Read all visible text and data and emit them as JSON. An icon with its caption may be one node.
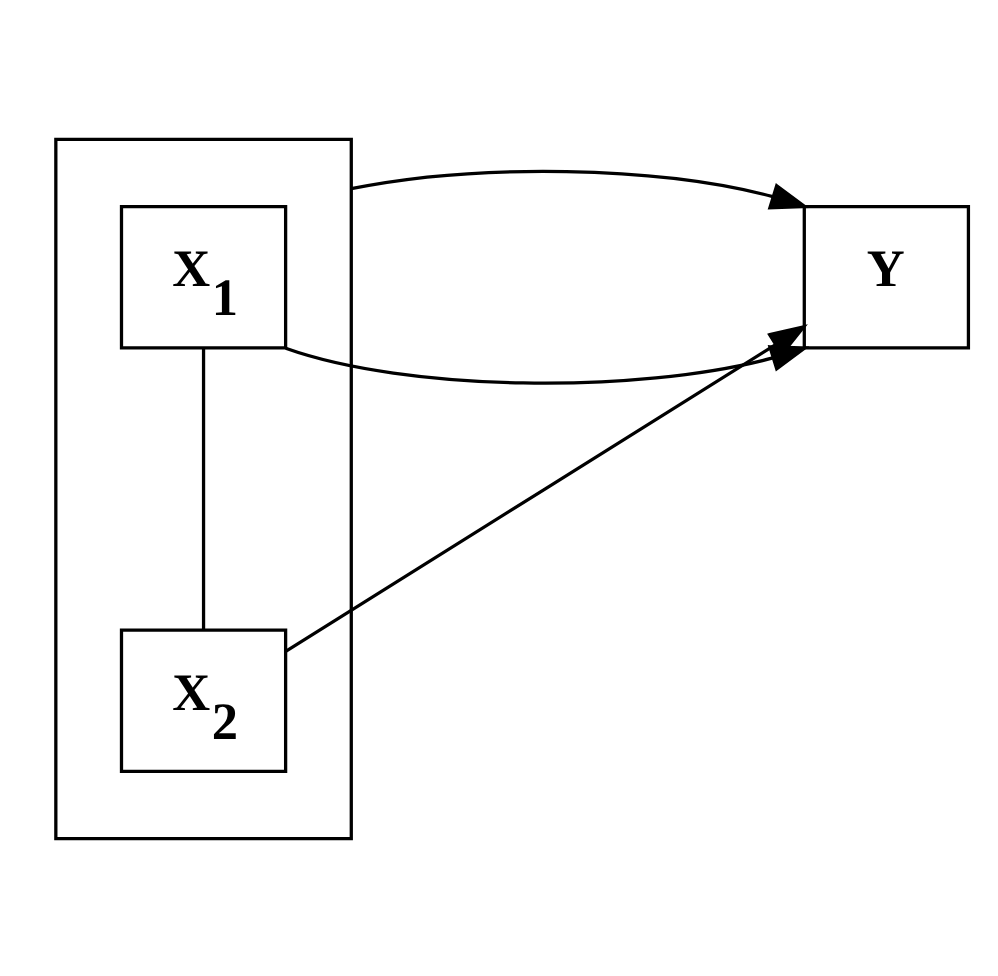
{
  "diagram": {
    "nodes": [
      {
        "text": [],
        "shape": "box"
      },
      {
        "text": [
          "X$_{1}$"
        ],
        "in": 0
      },
      {
        "text": [
          "X$_{2}$"
        ],
        "in": 0
      },
      {
        "text": [
          "Y"
        ]
      }
    ],
    "edges": [
      {
        "from": 1,
        "to": 2,
        "arrow": "none"
      },
      {
        "from": 1,
        "to": 3,
        "arrow": "to"
      },
      {
        "from": 2,
        "to": 3,
        "arrow": "to"
      },
      {
        "from": 0,
        "to": 3,
        "arrow": "to"
      }
    ]
  }
}
